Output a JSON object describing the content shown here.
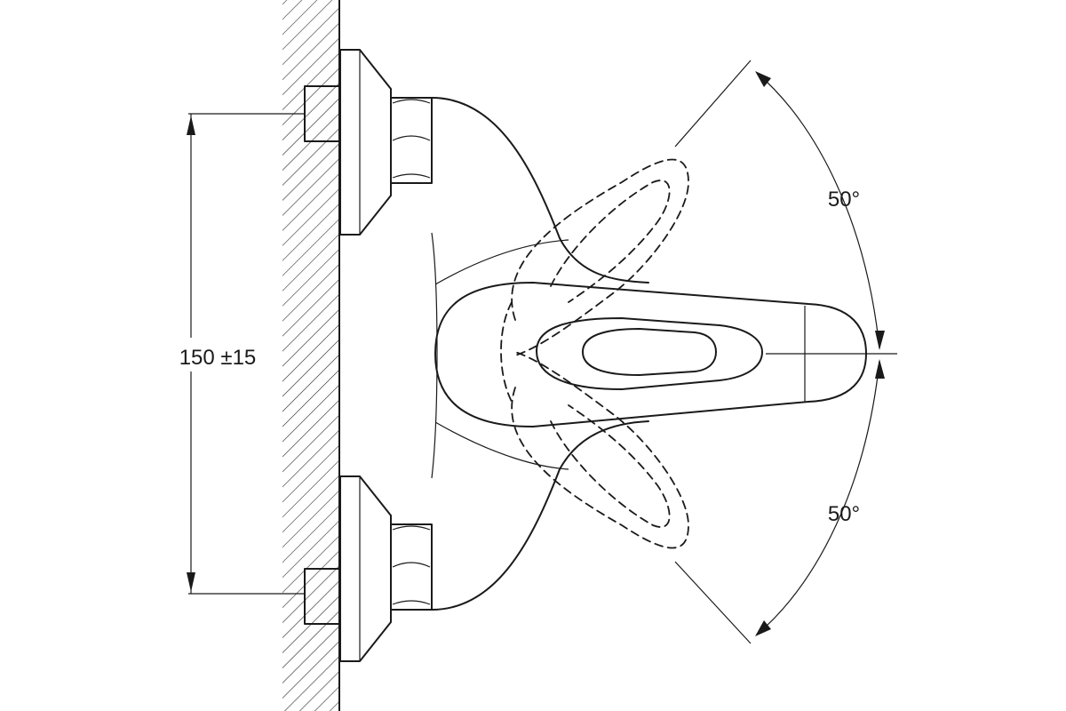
{
  "diagram": {
    "dimension_label": "150 ±15",
    "angle_upper_label": "50°",
    "angle_lower_label": "50°",
    "handle_swing_degrees": 50,
    "line_color": "#1a1a1a",
    "background_color": "#ffffff"
  }
}
